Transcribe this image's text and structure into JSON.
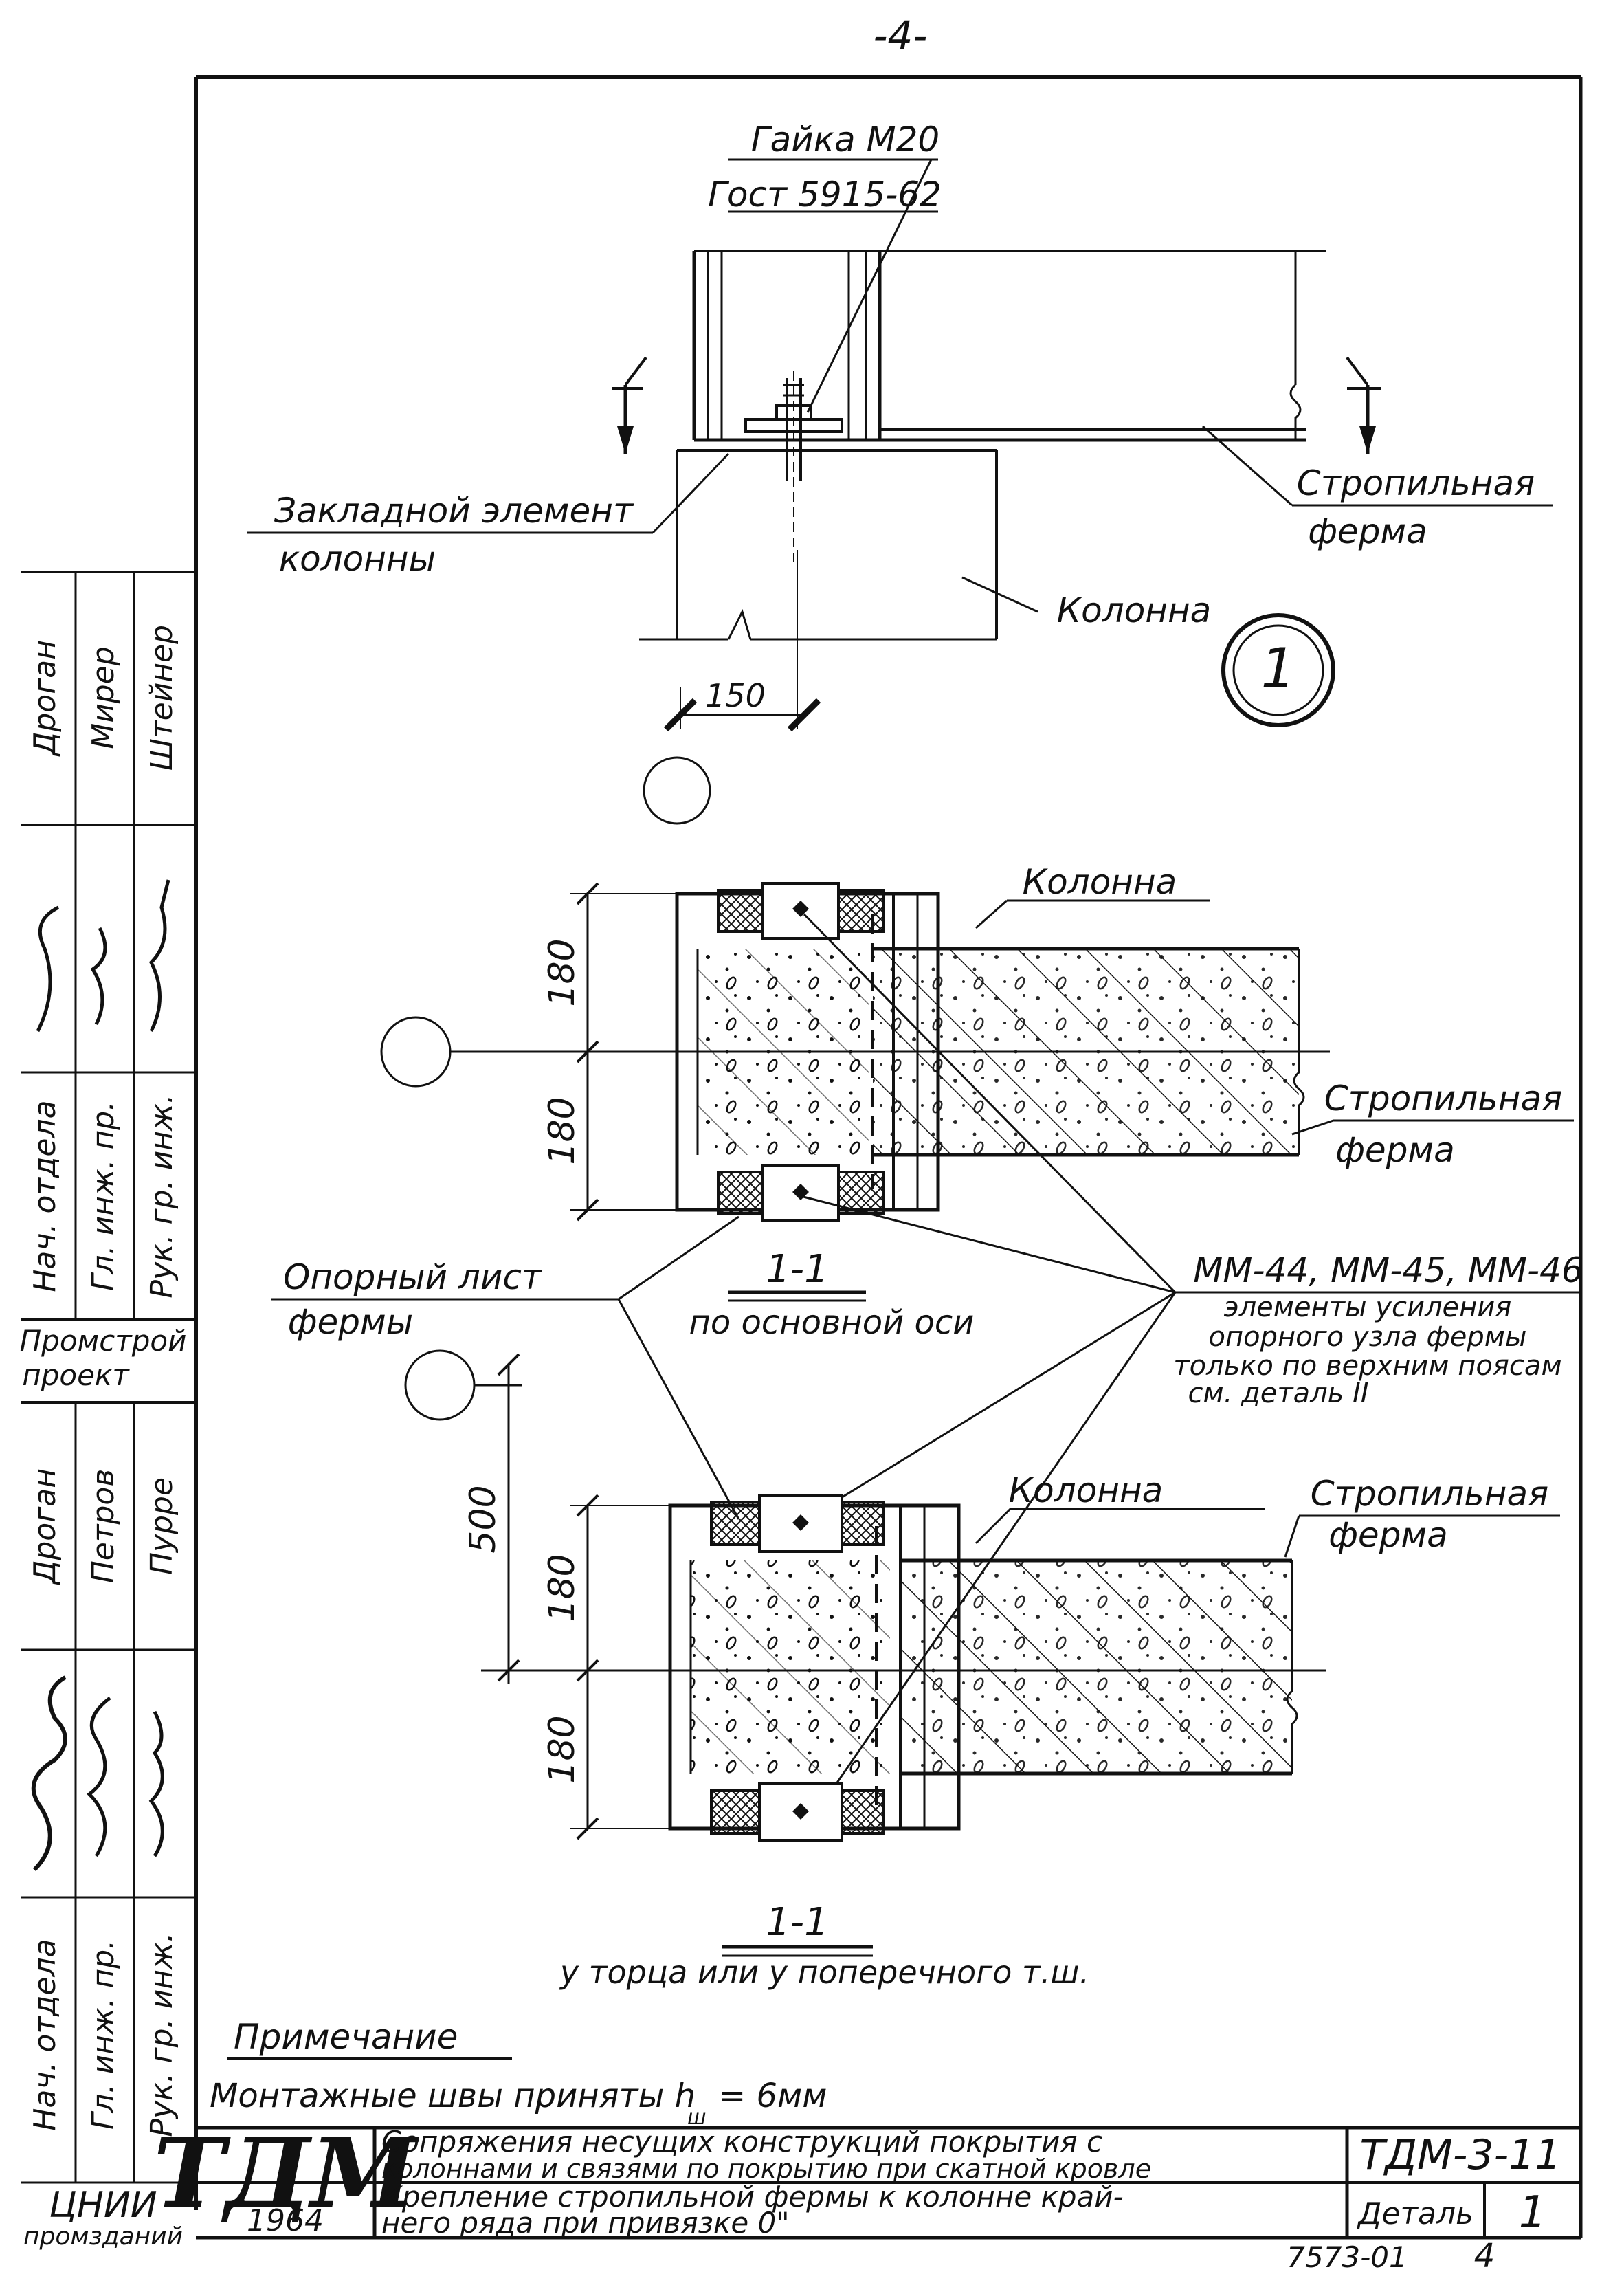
{
  "page_number": "-4-",
  "top_detail": {
    "nut_label": "Гайка М20",
    "gost_label": "Гост 5915-62",
    "embedded_label_1": "Закладной элемент",
    "embedded_label_2": "колонны",
    "truss_label_1": "Стропильная",
    "truss_label_2": "ферма",
    "column_label": "Колонна",
    "dim_150": "150",
    "section_mark": "1"
  },
  "plan_1": {
    "column_label": "Колонна",
    "truss_label_1": "Стропильная",
    "truss_label_2": "ферма",
    "dim_top": "180",
    "dim_bottom": "180",
    "section_title": "1-1",
    "section_subtitle": "по основной оси"
  },
  "callouts": {
    "support_sheet_1": "Опорный лист",
    "support_sheet_2": "фермы",
    "elements_1": "ММ-44, ММ-45, ММ-46",
    "elements_2": "элементы усиления",
    "elements_3": "опорного узла фермы",
    "elements_4": "только по верхним поясам",
    "elements_5": "см. деталь II"
  },
  "plan_2": {
    "column_label": "Колонна",
    "truss_label_1": "Стропильная",
    "truss_label_2": "ферма",
    "dim_500": "500",
    "dim_top": "180",
    "dim_bottom": "180",
    "section_title": "1-1",
    "section_subtitle": "у торца или у поперечного т.ш."
  },
  "notes": {
    "heading": "Примечание",
    "text": "Монтажные швы приняты  h",
    "sub": "ш",
    "value": "= 6мм"
  },
  "title_block": {
    "logo": "ТДМ",
    "year": "1964",
    "title_1": "Сопряжения несущих конструкций покрытия с",
    "title_2": "колоннами и связями по покрытию при скатной кровле",
    "subtitle_1": "Крепление стропильной фермы к колонне край-",
    "subtitle_2": "него ряда при привязке 0\"",
    "doc_code": "ТДМ-3-11",
    "detail_label": "Деталь",
    "detail_number": "1",
    "org_1": "ЦНИИ",
    "org_2": "промзданий",
    "sheet_code": "7573-01",
    "sheet_no": "4"
  },
  "side_stamp": {
    "rows_upper": [
      {
        "role": "Нач. отдела",
        "name": "Дроган"
      },
      {
        "role": "Гл. инж. пр.",
        "name": "Мирер"
      },
      {
        "role": "Рук. гр. инж.",
        "name": "Штейнер"
      }
    ],
    "org_upper_1": "Промстрой",
    "org_upper_2": "проект",
    "rows_lower": [
      {
        "role": "Нач. отдела",
        "name": "Дроган"
      },
      {
        "role": "Гл. инж. пр.",
        "name": "Петров"
      },
      {
        "role": "Рук. гр. инж.",
        "name": "Пурре"
      }
    ]
  }
}
